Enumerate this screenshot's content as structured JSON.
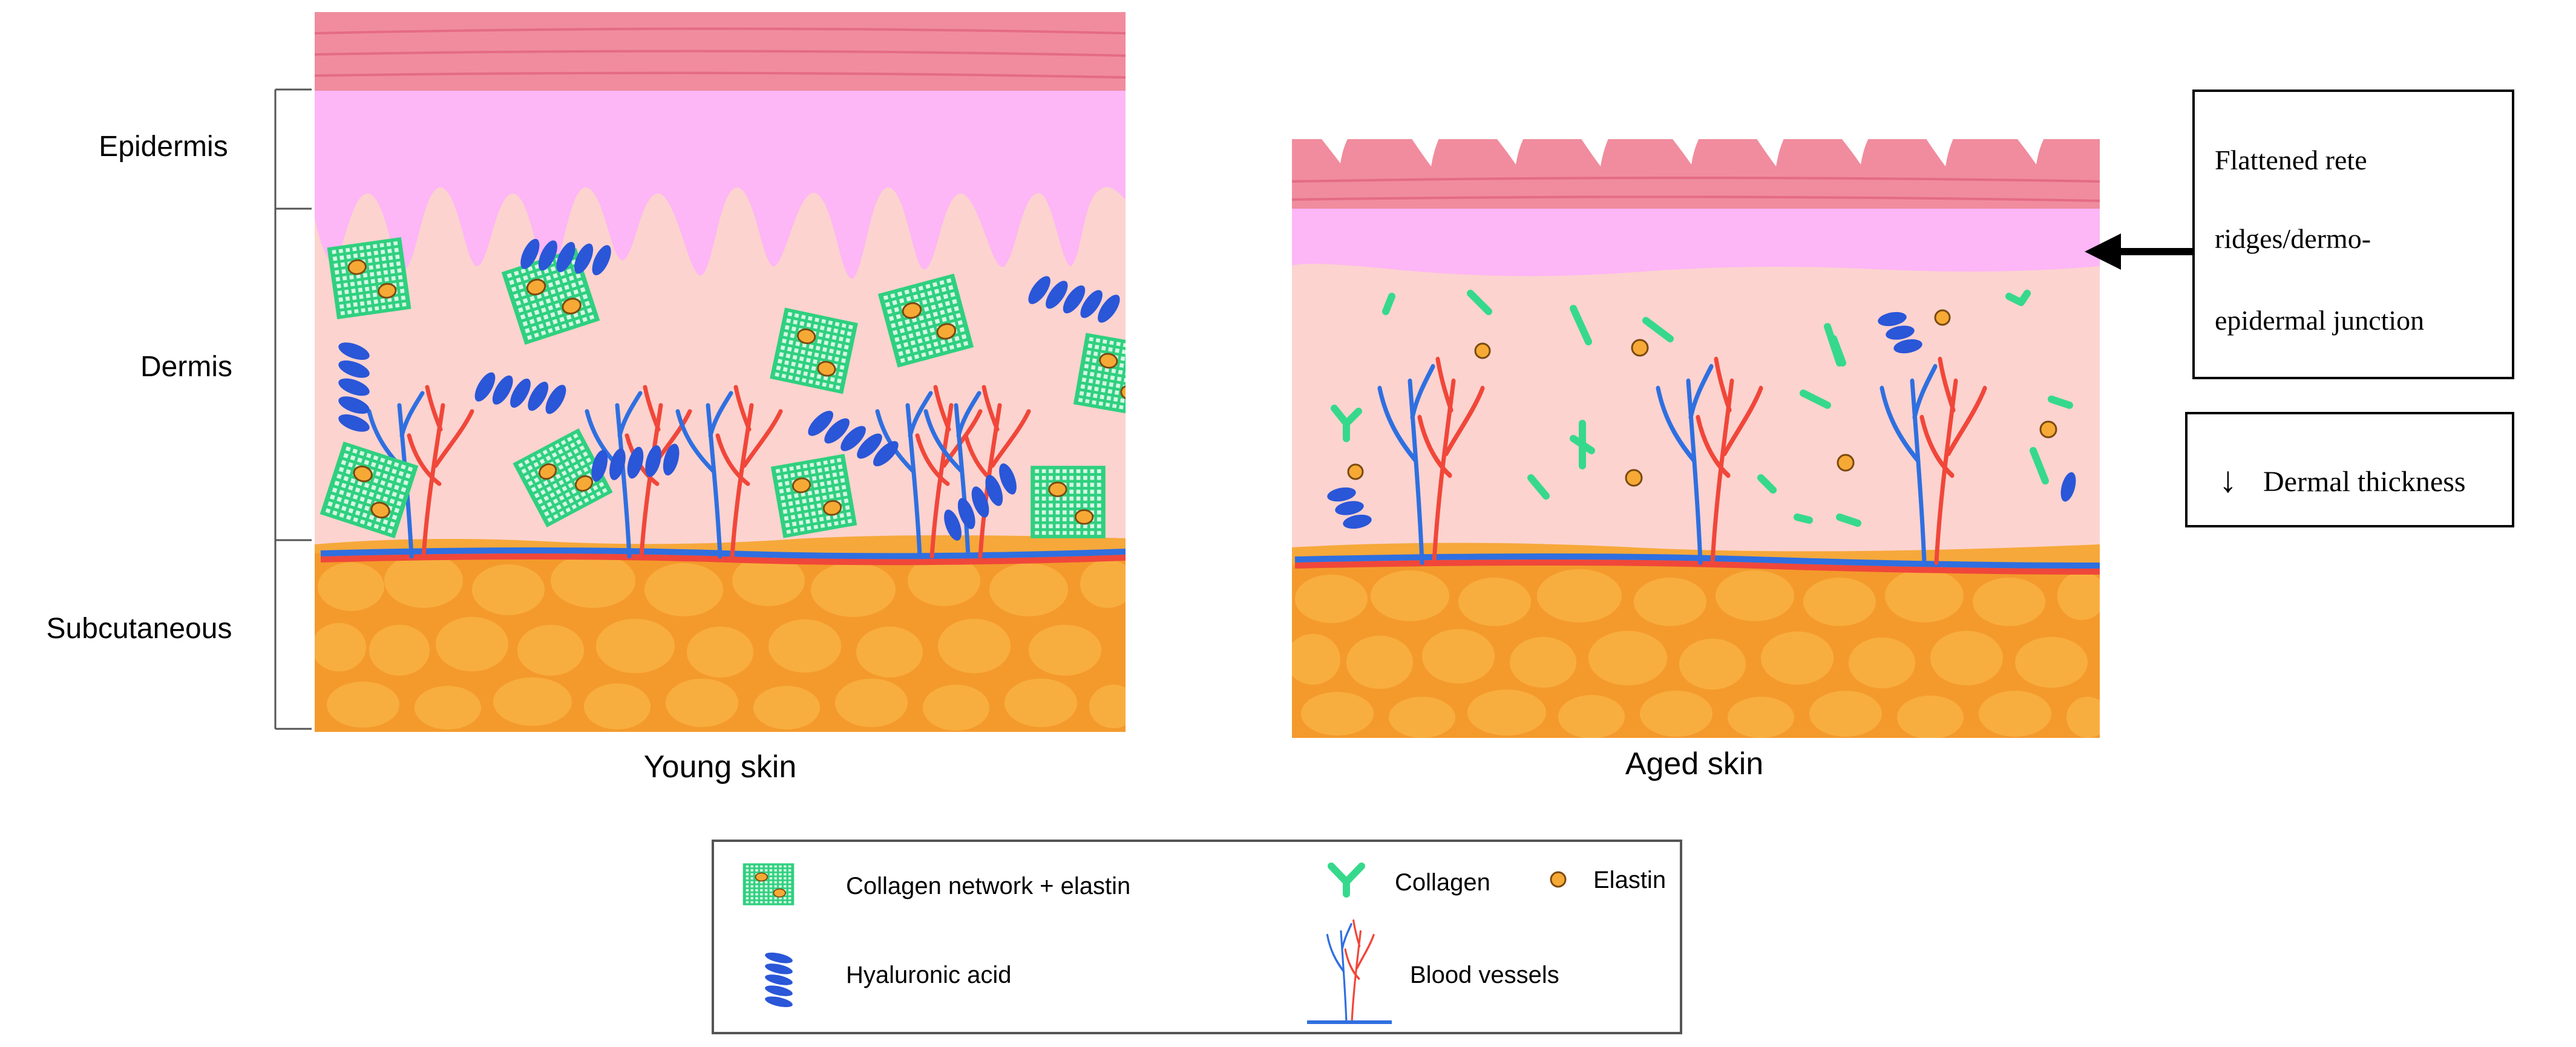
{
  "layer_labels": {
    "epidermis": "Epidermis",
    "dermis": "Dermis",
    "subcutaneous": "Subcutaneous"
  },
  "panels": {
    "young": {
      "caption": "Young skin"
    },
    "aged": {
      "caption": "Aged skin"
    }
  },
  "annotations": {
    "rete_ridges": [
      "Flattened rete",
      "ridges/dermo-",
      "epidermal junction"
    ],
    "dermal_thickness": "Dermal thickness",
    "dermal_thickness_arrow": "↓"
  },
  "legend": {
    "collagen_network": "Collagen network + elastin",
    "hyaluronic_acid": "Hyaluronic acid",
    "collagen": "Collagen",
    "elastin": "Elastin",
    "blood_vessels": "Blood vessels"
  },
  "colors": {
    "stratum": "#f08c9e",
    "stratum_line": "#e0607a",
    "epidermis": "#fdb6f6",
    "dermis": "#fcd3cf",
    "fat_bg": "#f49a2c",
    "fat_cell": "#f8ae3e",
    "fat_border": "#f6a83a",
    "collagen_green": "#36d98c",
    "elastin_orange": "#f7a935",
    "ha_blue": "#2a56d8",
    "vessel_blue": "#2f6fe0",
    "vessel_red": "#f0473a"
  }
}
